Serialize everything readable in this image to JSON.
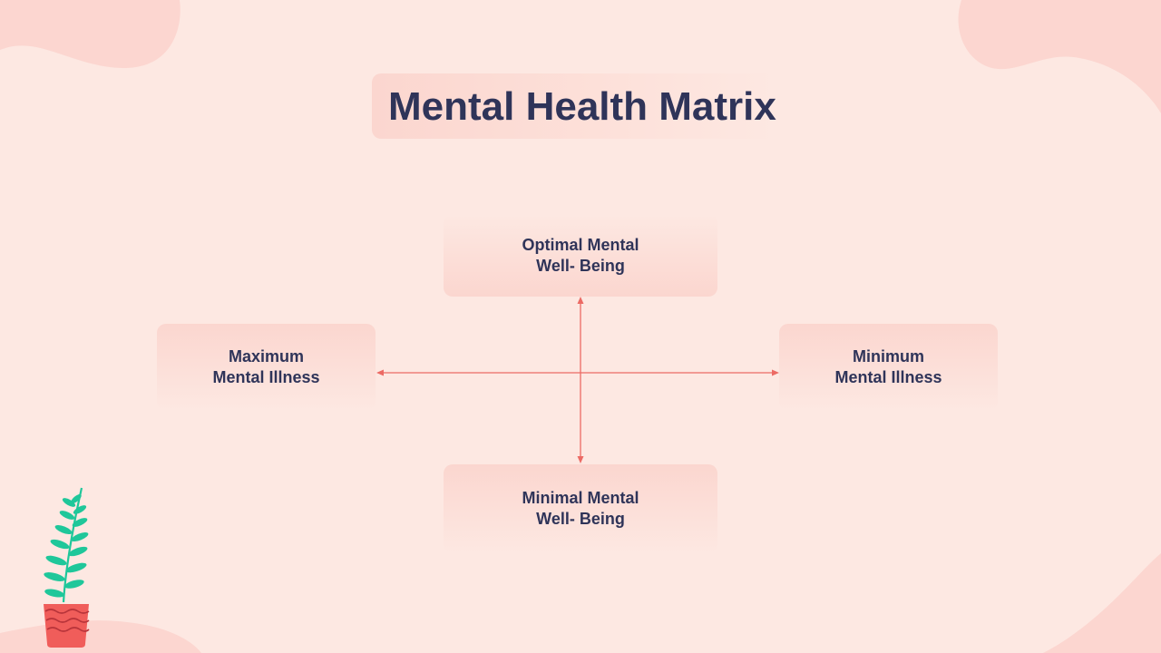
{
  "title": "Mental Health Matrix",
  "nodes": {
    "top": "Optimal Mental\nWell- Being",
    "bottom": "Minimal Mental\nWell- Being",
    "left": "Maximum\nMental Illness",
    "right": "Minimum\nMental Illness"
  },
  "colors": {
    "background": "#fde8e2",
    "blob": "#fcd6d0",
    "box": "#fbd6cf",
    "title_text": "#2f3459",
    "arrow": "#ec6a64",
    "plant_leaf": "#1fc79a",
    "pot": "#f05d5a"
  }
}
